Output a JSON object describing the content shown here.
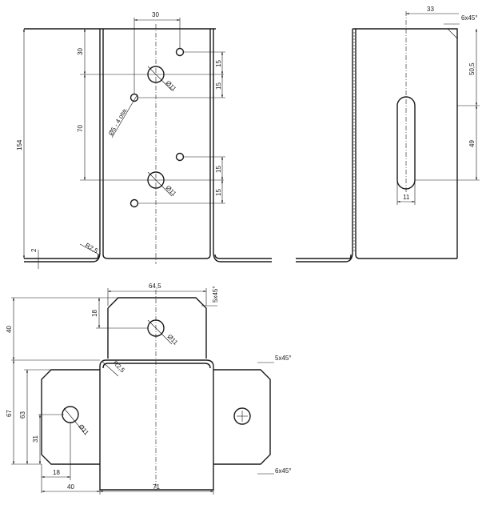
{
  "drawing": {
    "front_view": {
      "dim_top_hole_offset": "30",
      "dim_top_to_hole": "30",
      "dim_hole_spacing": "70",
      "dim_total_height": "154",
      "dim_base_thickness": "2",
      "dim_small_top_1": "15",
      "dim_small_top_2": "15",
      "dim_small_bottom_1": "15",
      "dim_small_bottom_2": "15",
      "hole_upper_label": "Ø11",
      "hole_lower_label": "Ø11",
      "small_hole_label": "Ø5 - 4 otw.",
      "radius_label": "R2,5"
    },
    "side_view": {
      "dim_top_width": "33",
      "dim_chamfer": "6x45°",
      "dim_upper": "50,5",
      "dim_slot_length": "49",
      "dim_slot_width": "11"
    },
    "top_view": {
      "dim_top_width": "64,5",
      "dim_chamfer_top": "5x45°",
      "dim_tab_height": "40",
      "dim_hole_from_top": "18",
      "hole_top_label": "Ø11",
      "radius_label": "R2,5",
      "dim_total_side": "67",
      "dim_inner_side": "63",
      "dim_hole_from_bottom": "31",
      "hole_left_label": "Ø11",
      "dim_hole_from_left": "18",
      "dim_left_width": "40",
      "dim_base_width": "71",
      "dim_chamfer_right_top": "5x45°",
      "dim_chamfer_right_bottom": "6x45°"
    }
  }
}
